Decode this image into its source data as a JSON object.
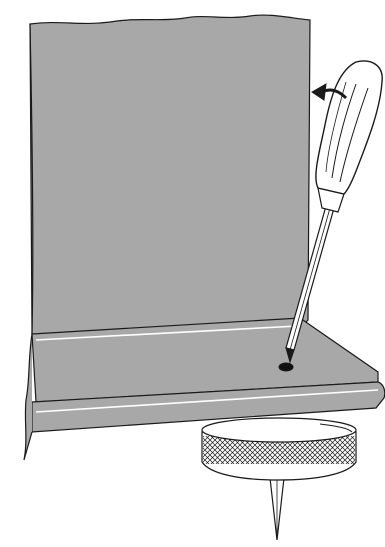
{
  "figure": {
    "background_color": "#ffffff",
    "panel_color": "#a8a8a8",
    "panel_highlight_color": "#b4b4b4",
    "outline_color": "#1a1a1a",
    "screw_hole_color": "#111111",
    "tool_fill_color": "#ffffff"
  },
  "components": [
    {
      "id": "speaker-panel",
      "description_icon": "speaker-back-panel"
    },
    {
      "id": "base-plinth",
      "description_icon": "plinth"
    },
    {
      "id": "screwdriver",
      "description_icon": "screwdriver-icon"
    },
    {
      "id": "rotation-arrow",
      "description_icon": "counterclockwise-arrow-icon"
    },
    {
      "id": "adjustment-screw-hole",
      "description_icon": "screw-hole-icon"
    },
    {
      "id": "spike-foot",
      "description_icon": "spike-foot-icon"
    }
  ]
}
